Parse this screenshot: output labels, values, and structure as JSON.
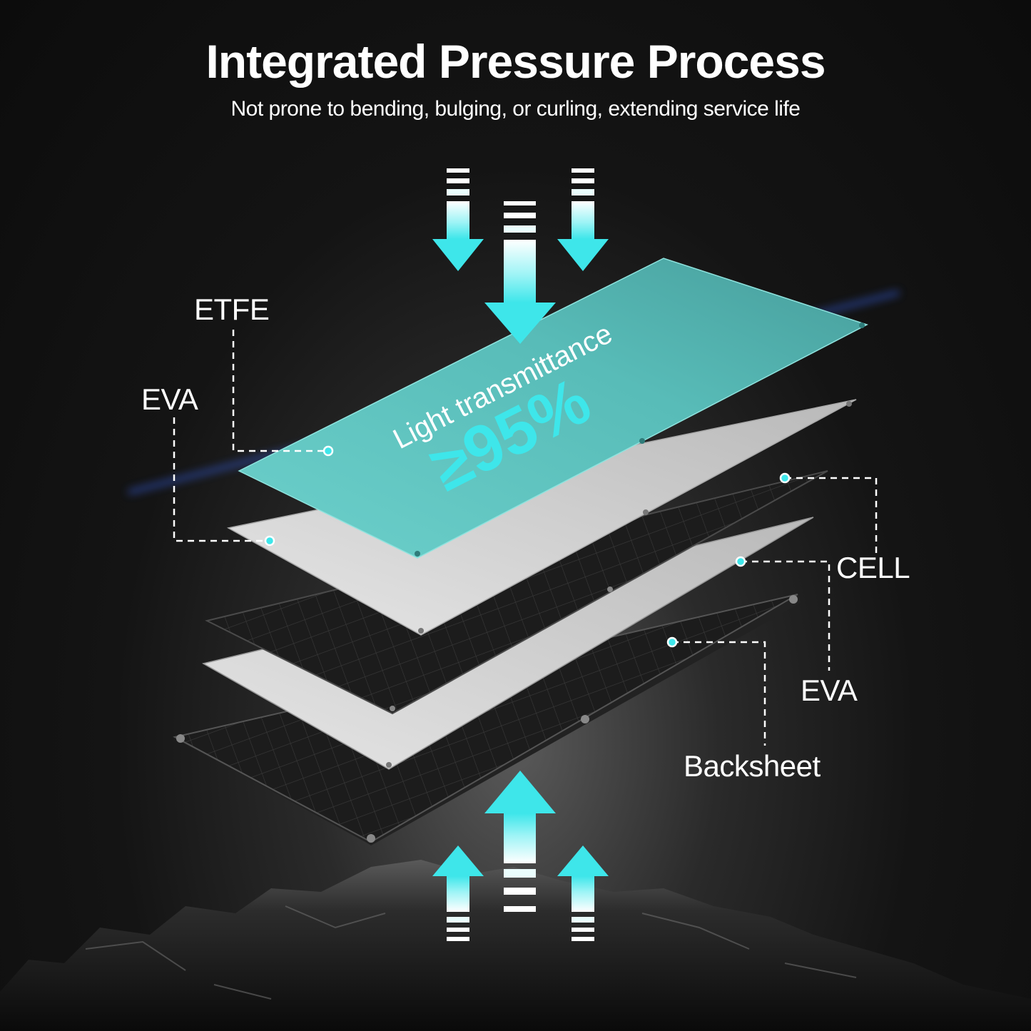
{
  "title": "Integrated Pressure Process",
  "subtitle": "Not prone to bending, bulging, or curling, extending service life",
  "panel_text": {
    "line1": "Light transmittance",
    "line2": "≥95%"
  },
  "layers": {
    "etfe": "ETFE",
    "eva_top": "EVA",
    "cell": "CELL",
    "eva_bottom": "EVA",
    "backsheet": "Backsheet"
  },
  "colors": {
    "accent": "#3ee6ea",
    "etfe_panel": "#5cc0bd",
    "background": "#141414"
  }
}
